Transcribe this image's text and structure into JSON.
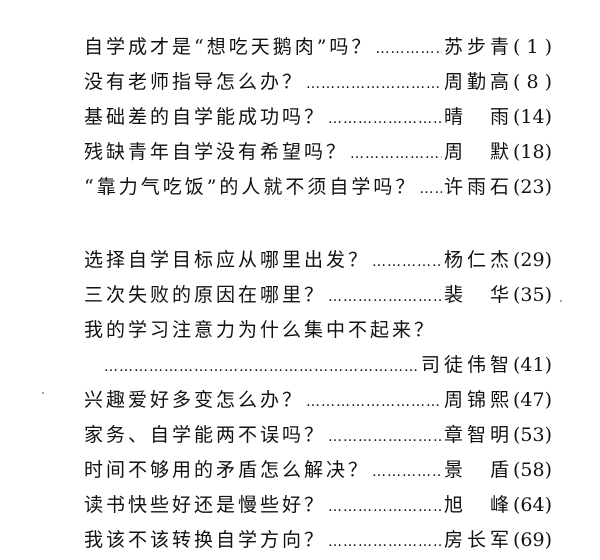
{
  "section1": [
    {
      "title": "自学成才是“想吃天鹅肉”吗？",
      "author": "苏步青",
      "page": "( 1 )"
    },
    {
      "title": "没有老师指导怎么办？",
      "author": "周勤高",
      "page": "( 8 )"
    },
    {
      "title": "基础差的自学能成功吗？",
      "author": "晴　雨",
      "page": "(14)"
    },
    {
      "title": "残缺青年自学没有希望吗？",
      "author": "周　默",
      "page": "(18)"
    },
    {
      "title": "“靠力气吃饭”的人就不须自学吗？",
      "author": "许雨石",
      "page": "(23)"
    }
  ],
  "section2": [
    {
      "title": "选择自学目标应从哪里出发？",
      "author": "杨仁杰",
      "page": "(29)"
    },
    {
      "title": "三次失败的原因在哪里？",
      "author": "裴　华",
      "page": "(35)"
    },
    {
      "title": "我的学习注意力为什么集中不起来？",
      "author": "司徒伟智",
      "page": "(41)"
    },
    {
      "title": "兴趣爱好多变怎么办？",
      "author": "周锦熙",
      "page": "(47)"
    },
    {
      "title": "家务、自学能两不误吗？",
      "author": "章智明",
      "page": "(53)"
    },
    {
      "title": "时间不够用的矛盾怎么解决？",
      "author": "景　盾",
      "page": "(58)"
    },
    {
      "title": "读书快些好还是慢些好？",
      "author": "旭　峰",
      "page": "(64)"
    },
    {
      "title": "我该不该转换自学方向？",
      "author": "房长军",
      "page": "(69)"
    }
  ]
}
